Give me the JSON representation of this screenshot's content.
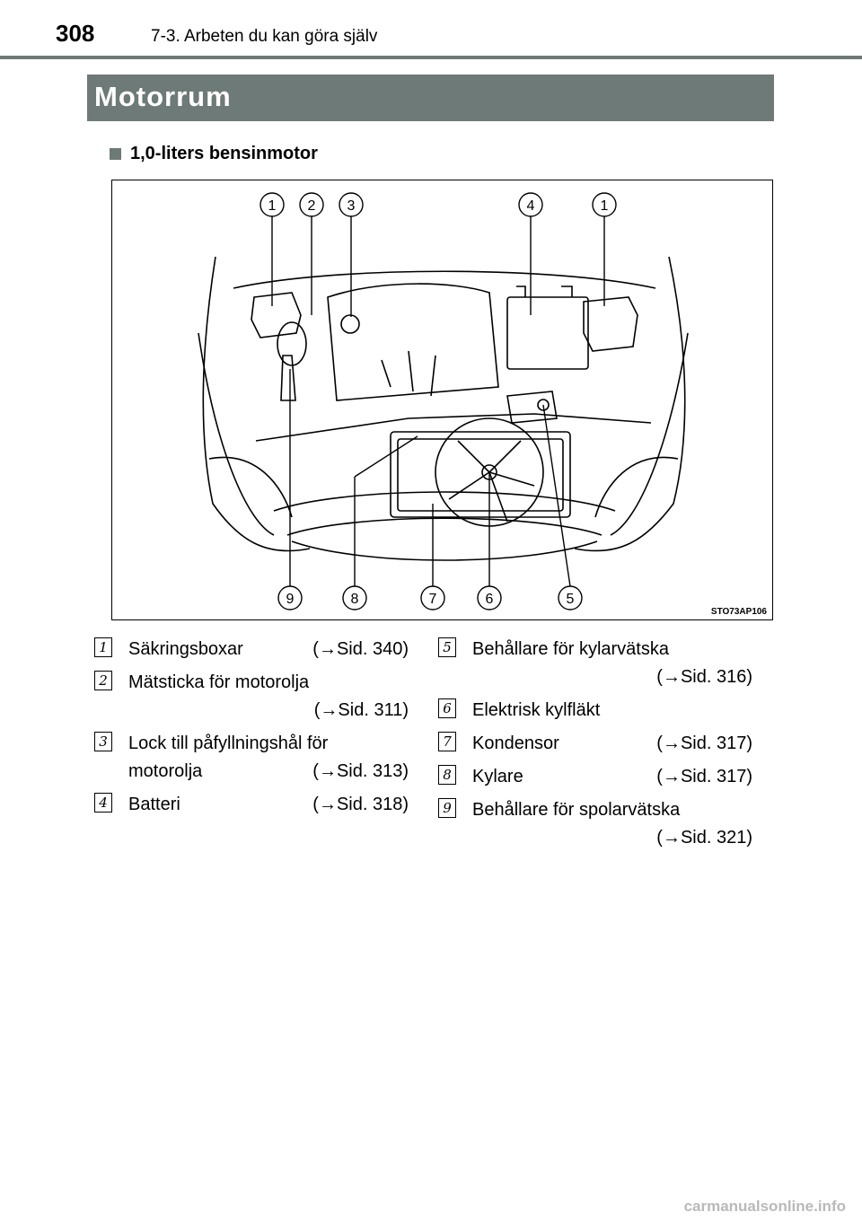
{
  "header": {
    "page_number": "308",
    "section": "7-3. Arbeten du kan göra själv"
  },
  "banner": {
    "title": "Motorrum"
  },
  "subhead": {
    "label": "1,0-liters bensinmotor"
  },
  "figure": {
    "code": "STO73AP106",
    "top_callouts": [
      "1",
      "2",
      "3",
      "4",
      "1"
    ],
    "bottom_callouts": [
      "9",
      "8",
      "7",
      "6",
      "5"
    ]
  },
  "legend": {
    "left": [
      {
        "num": "1",
        "label": "Säkringsboxar",
        "ref": "(→Sid. 340)"
      },
      {
        "num": "2",
        "label": "Mätsticka för motorolja",
        "ref": "(→Sid. 311)"
      },
      {
        "num": "3",
        "label": "Lock till påfyllningshål för",
        "label2": "motorolja",
        "ref": "(→Sid. 313)"
      },
      {
        "num": "4",
        "label": "Batteri",
        "ref": "(→Sid. 318)"
      }
    ],
    "right": [
      {
        "num": "5",
        "label": "Behållare för kylarvätska",
        "ref": "(→Sid. 316)"
      },
      {
        "num": "6",
        "label": "Elektrisk kylfläkt",
        "ref": ""
      },
      {
        "num": "7",
        "label": "Kondensor",
        "ref": "(→Sid. 317)"
      },
      {
        "num": "8",
        "label": "Kylare",
        "ref": "(→Sid. 317)"
      },
      {
        "num": "9",
        "label": "Behållare för spolarvätska",
        "ref": "(→Sid. 321)"
      }
    ]
  },
  "footer": {
    "watermark": "carmanualsonline.info"
  }
}
